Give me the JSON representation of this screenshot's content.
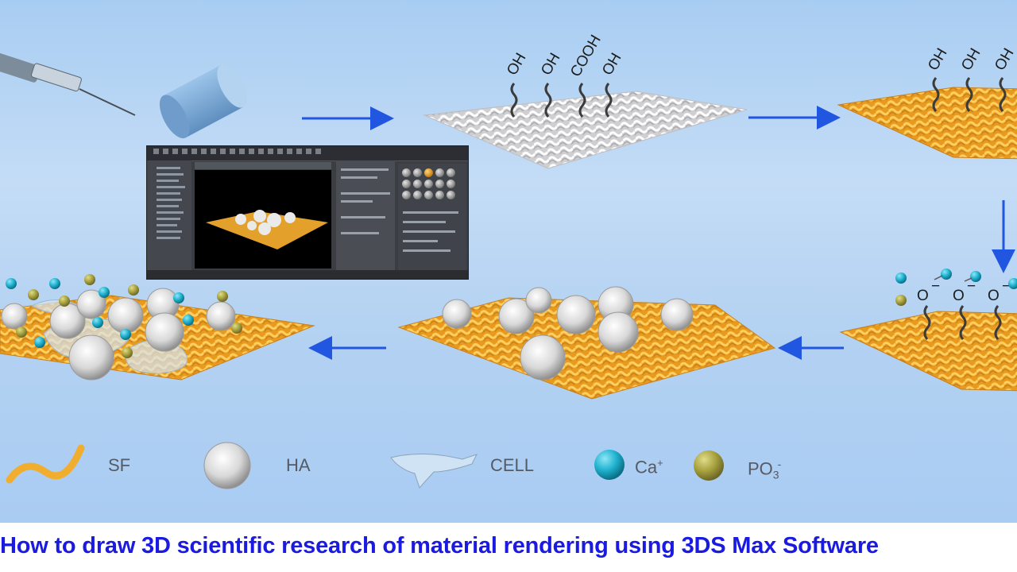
{
  "caption": "How to draw 3D scientific research of material rendering using 3DS Max Software",
  "labels": {
    "oh": "OH",
    "cooh": "COOH",
    "o_minus": "O",
    "minus_sign": "−"
  },
  "legend": {
    "sf": "SF",
    "ha": "HA",
    "cell": "CELL",
    "ca": "Ca",
    "ca_sup": "+",
    "po": "PO",
    "po_sub": "3",
    "po_sup": "-"
  },
  "colors": {
    "background": "#b8d5f4",
    "arrow": "#2156e0",
    "fiber": "#f0ad2e",
    "fiber_white": "#e8e8e8",
    "ca_ion": "#1fb2cf",
    "po_ion": "#a8a23f",
    "caption": "#1a1ae0"
  },
  "icons": [
    "syringe-icon",
    "cylinder-icon",
    "arrow-icon",
    "ha-crystal-icon",
    "cell-icon",
    "ion-icon"
  ]
}
